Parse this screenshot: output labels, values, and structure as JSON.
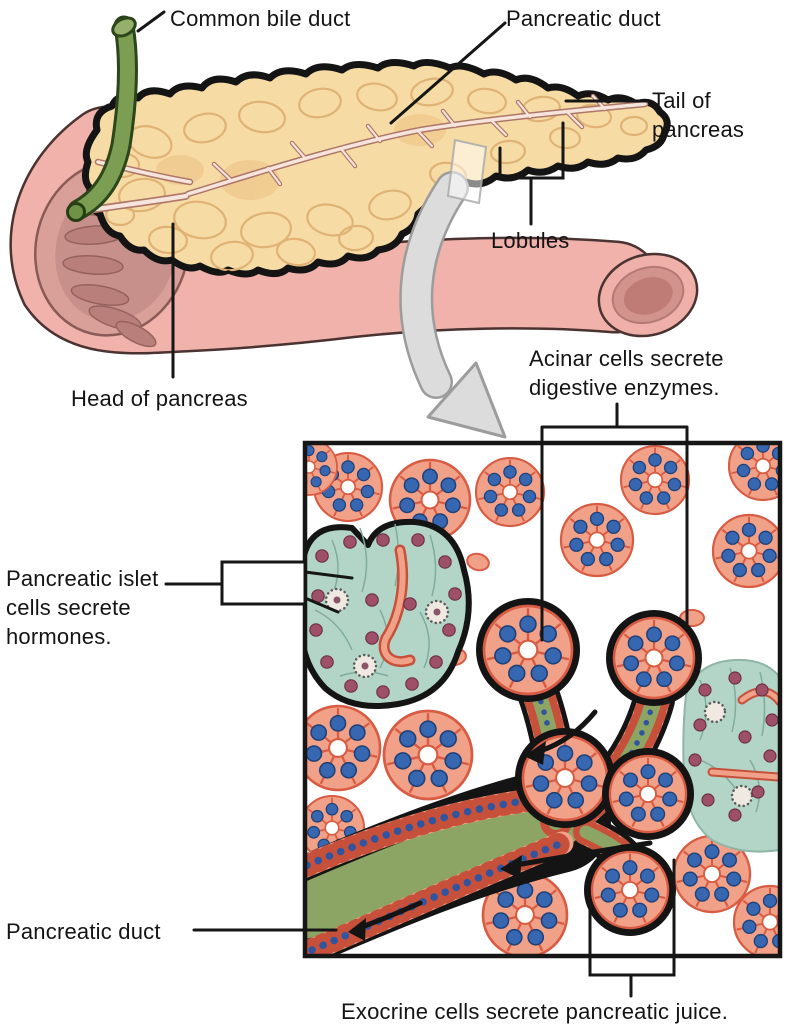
{
  "figure": {
    "type": "anatomical-diagram",
    "subject": "Pancreas gross anatomy with microscopic inset of acinar and islet tissue",
    "macro_labels": {
      "common_bile_duct": "Common bile duct",
      "pancreatic_duct_top": "Pancreatic duct",
      "tail_of_pancreas": "Tail of pancreas",
      "lobules": "Lobules",
      "head_of_pancreas": "Head of pancreas"
    },
    "micro_labels": {
      "acinar_cells": "Acinar cells secrete digestive enzymes.",
      "islet_cells": "Pancreatic islet cells secrete hormones.",
      "pancreatic_duct_bottom": "Pancreatic duct",
      "exocrine_cells": "Exocrine cells secrete pancreatic juice."
    },
    "colors": {
      "pancreas_fill": "#F6DCA4",
      "pancreas_lobule_line": "#E0B276",
      "duodenum_fill": "#F0B2AB",
      "duodenum_lumen": "#D9A09A",
      "duodenum_fold": "#B97F7B",
      "bile_duct_green": "#7C9E52",
      "macro_duct_fill": "#F6E5DC",
      "micro_acinar_fill": "#F2A189",
      "micro_acinar_line": "#D85C43",
      "micro_nucleus_blue": "#3767B0",
      "micro_islet_fill": "#B2D5C8",
      "micro_islet_nucleus": "#9E5068",
      "micro_duct_green": "#8DA564",
      "outline_black": "#141414",
      "big_arrow_gray": "#DCDCDC"
    }
  }
}
